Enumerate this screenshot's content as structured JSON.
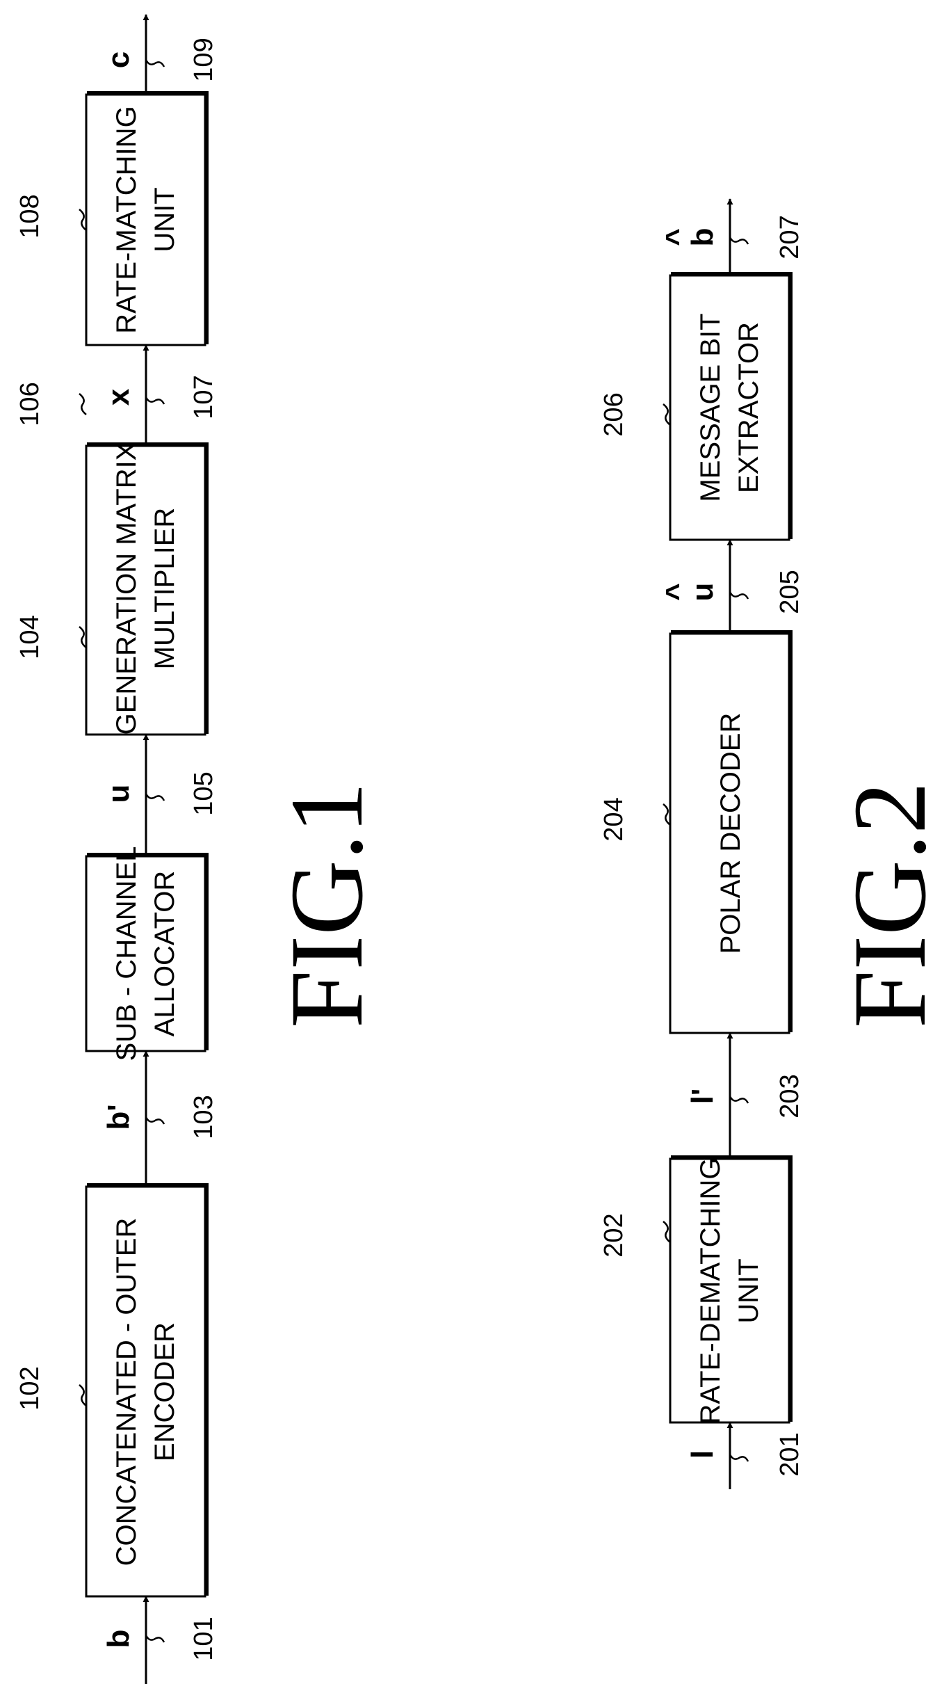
{
  "fig1": {
    "caption": "FIG.1",
    "blocks": {
      "outer_encoder": {
        "ref": "102",
        "line1": "CONCATENATED - OUTER",
        "line2": "ENCODER"
      },
      "subchannel_allocator": {
        "ref": "104",
        "line1": "SUB - CHANNEL",
        "line2": "ALLOCATOR"
      },
      "generation_matrix_multiplier": {
        "ref": "106",
        "line1": "GENERATION MATRIX",
        "line2": "MULTIPLIER"
      },
      "rate_matching_unit": {
        "ref": "108",
        "line1": "RATE-MATCHING",
        "line2": "UNIT"
      }
    },
    "signals": {
      "b": {
        "symbol": "b",
        "ref": "101"
      },
      "b_prime": {
        "symbol": "b'",
        "ref": "103"
      },
      "u": {
        "symbol": "u",
        "ref": "105"
      },
      "x": {
        "symbol": "x",
        "ref": "107"
      },
      "c": {
        "symbol": "c",
        "ref": "109"
      }
    }
  },
  "fig2": {
    "caption": "FIG.2",
    "blocks": {
      "rate_dematching_unit": {
        "ref": "202",
        "line1": "RATE-DEMATCHING",
        "line2": "UNIT"
      },
      "polar_decoder": {
        "ref": "204",
        "line1": "POLAR DECODER"
      },
      "message_bit_extractor": {
        "ref": "206",
        "line1": "MESSAGE BIT",
        "line2": "EXTRACTOR"
      }
    },
    "signals": {
      "l": {
        "symbol": "l",
        "ref": "201"
      },
      "l_prime": {
        "symbol": "l'",
        "ref": "203"
      },
      "u_hat": {
        "symbol": "u",
        "hat": "^",
        "ref": "205"
      },
      "b_hat": {
        "symbol": "b",
        "hat": "^",
        "ref": "207"
      }
    }
  }
}
